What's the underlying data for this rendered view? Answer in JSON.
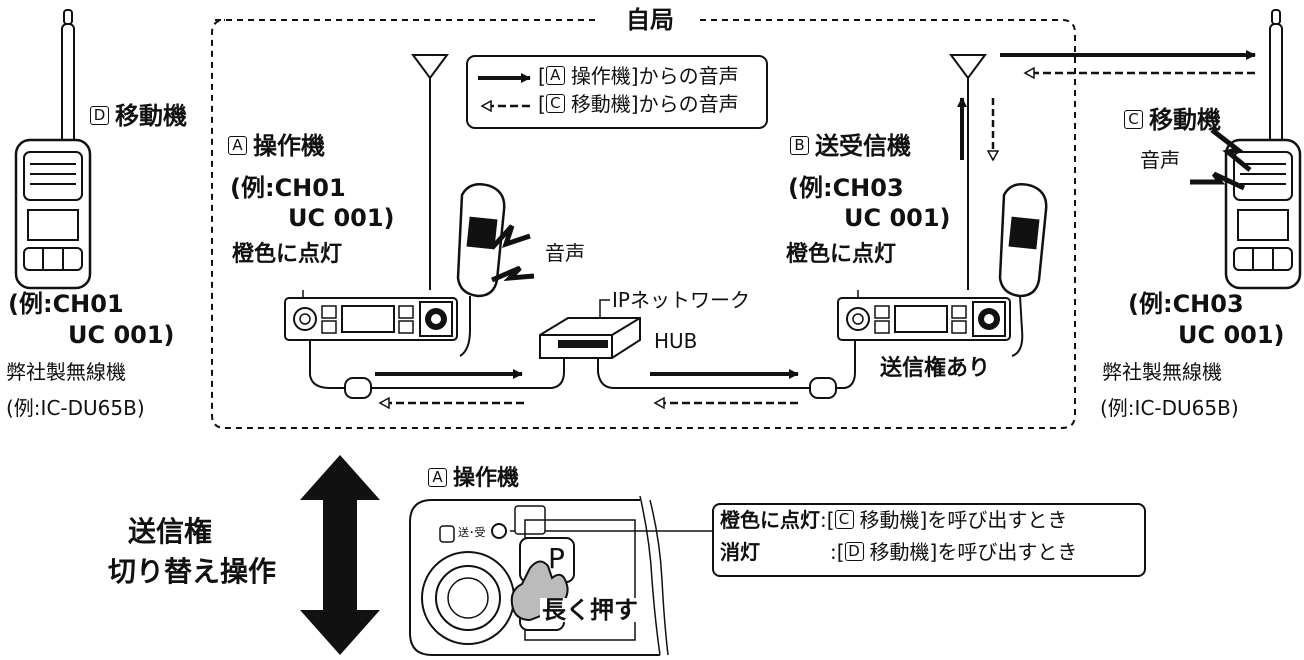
{
  "station": {
    "title": "自局"
  },
  "legend": {
    "item1": {
      "key": "A",
      "text": "操作機]からの音声",
      "bracket": "["
    },
    "item2": {
      "key": "C",
      "text": "移動機]からの音声",
      "bracket": "["
    }
  },
  "left_radio": {
    "key": "D",
    "name": "移動機",
    "ch": "(例:CH01",
    "uc": "UC 001)",
    "maker": "弊社製無線機",
    "model": "(例:IC-DU65B)"
  },
  "right_radio": {
    "key": "C",
    "name": "移動機",
    "voice": "音声",
    "ch": "(例:CH03",
    "uc": "UC 001)",
    "maker": "弊社製無線機",
    "model": "(例:IC-DU65B)"
  },
  "operator": {
    "key": "A",
    "name": "操作機",
    "ch": "(例:CH01",
    "uc": "UC 001)",
    "lamp": "橙色に点灯",
    "voice": "音声"
  },
  "transceiver": {
    "key": "B",
    "name": "送受信機",
    "ch": "(例:CH03",
    "uc": "UC 001)",
    "lamp": "橙色に点灯",
    "status": "送信権あり"
  },
  "network": {
    "label": "IPネットワーク",
    "hub": "HUB"
  },
  "bottom": {
    "switch_line1": "送信権",
    "switch_line2": "切り替え操作",
    "operator_key": "A",
    "operator_name": "操作機",
    "panel_label": "送･受",
    "p_key": "P",
    "press_label": "長く押す",
    "note_row1_label": "橙色に点灯",
    "note_row1_key": "C",
    "note_row1_text": ":[",
    "note_row1_tail": "移動機]を呼び出すとき",
    "note_row2_label": "消灯",
    "note_row2_key": "D",
    "note_row2_text": ":[",
    "note_row2_tail": "移動機]を呼び出すとき"
  }
}
